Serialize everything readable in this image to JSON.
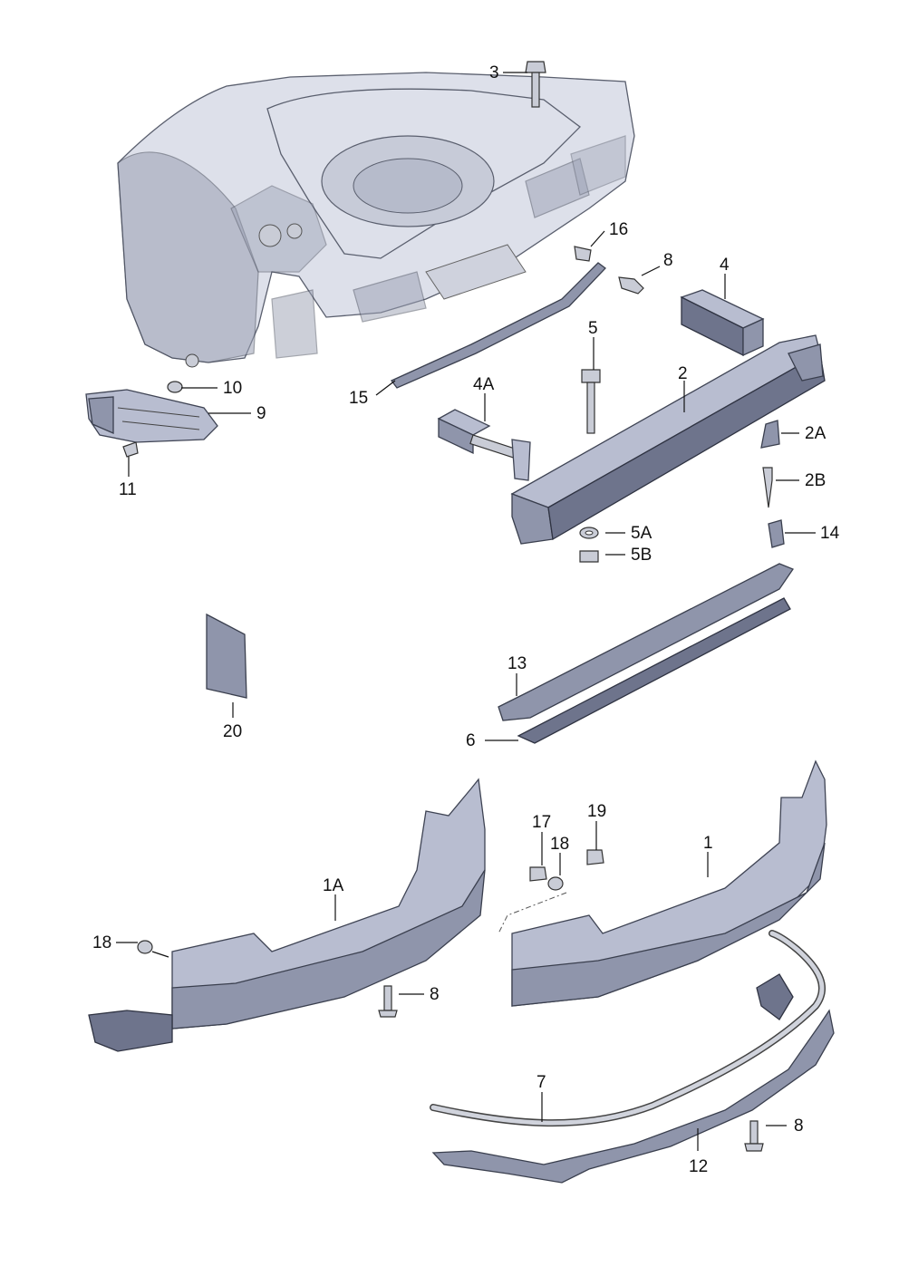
{
  "labels": {
    "l3": "3",
    "l16": "16",
    "l8a": "8",
    "l4": "4",
    "l5": "5",
    "l4A": "4A",
    "l2": "2",
    "l2A": "2A",
    "l2B": "2B",
    "l10": "10",
    "l9": "9",
    "l11": "11",
    "l15": "15",
    "l5A": "5A",
    "l5B": "5B",
    "l14": "14",
    "l13": "13",
    "l6": "6",
    "l20": "20",
    "l1A": "1A",
    "l17": "17",
    "l18a": "18",
    "l19": "19",
    "l1": "1",
    "l18b": "18",
    "l8b": "8",
    "l7": "7",
    "l8c": "8",
    "l12": "12"
  },
  "colors": {
    "body": "#dde0ea",
    "part": "#8f95ab",
    "outline": "#3a3f4e"
  }
}
